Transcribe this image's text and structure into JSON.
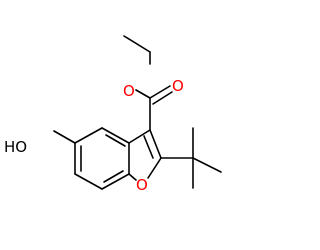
{
  "molecule": {
    "atoms": {
      "hydroxyl_o": "HO",
      "ring_o": "O",
      "ester_o": "O",
      "carbonyl_o": "O"
    },
    "colors": {
      "bond": "#000000",
      "oxygen": "#ff0000",
      "hydroxyl": "#000000",
      "background": "#ffffff"
    }
  }
}
